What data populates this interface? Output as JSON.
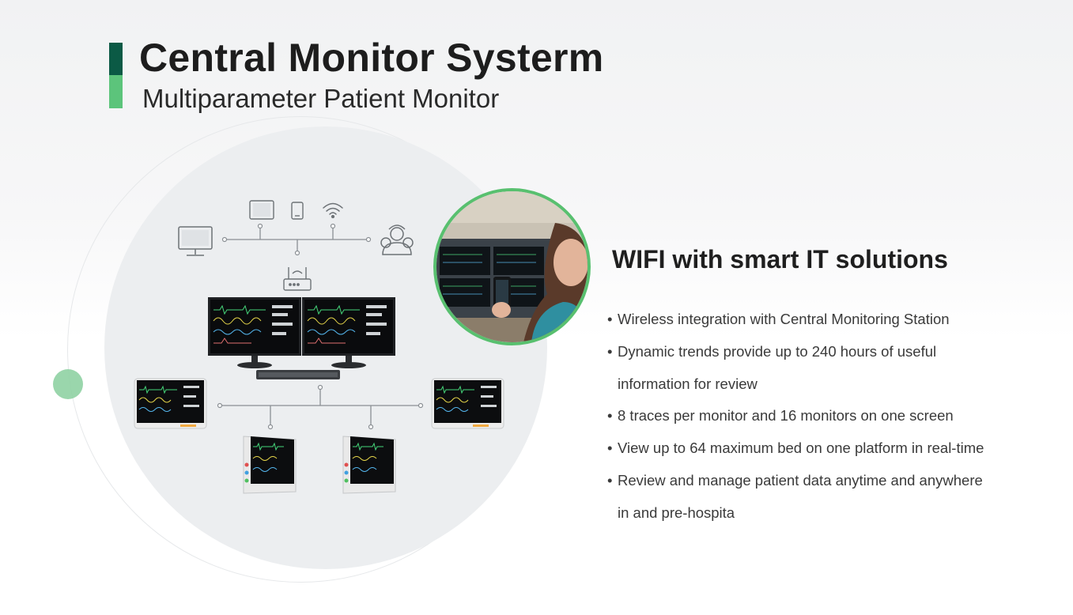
{
  "header": {
    "title": "Central Monitor Systerm",
    "subtitle": "Multiparameter Patient Monitor"
  },
  "feature_panel": {
    "heading": "WIFI with smart IT solutions",
    "bullet_char": "•",
    "items": [
      {
        "line1": "Wireless integration with Central Monitoring Station",
        "line2": ""
      },
      {
        "line1": "Dynamic trends provide up to 240 hours of useful",
        "line2": "information for review"
      },
      {
        "line1": "8 traces per monitor and 16 monitors on one screen",
        "line2": ""
      },
      {
        "line1": "View up to 64 maximum bed on one platform in real-time",
        "line2": ""
      },
      {
        "line1": "Review and manage patient data anytime and anywhere",
        "line2": "in and pre-hospita"
      }
    ]
  },
  "diagram": {
    "icons": [
      "desktop-computer-icon",
      "tablet-icon",
      "smartphone-icon",
      "wifi-icon",
      "medical-staff-icon",
      "wireless-router-icon"
    ],
    "devices": [
      "central-station-dual-monitors",
      "keyboard",
      "bedside-monitor-left",
      "bedside-monitor-right",
      "portable-monitor-left",
      "portable-monitor-right"
    ]
  },
  "colors": {
    "accent_dark": "#0b5a45",
    "accent_green": "#5cc47b",
    "photo_ring": "#58c06f",
    "circle_bg": "#eceef0"
  }
}
